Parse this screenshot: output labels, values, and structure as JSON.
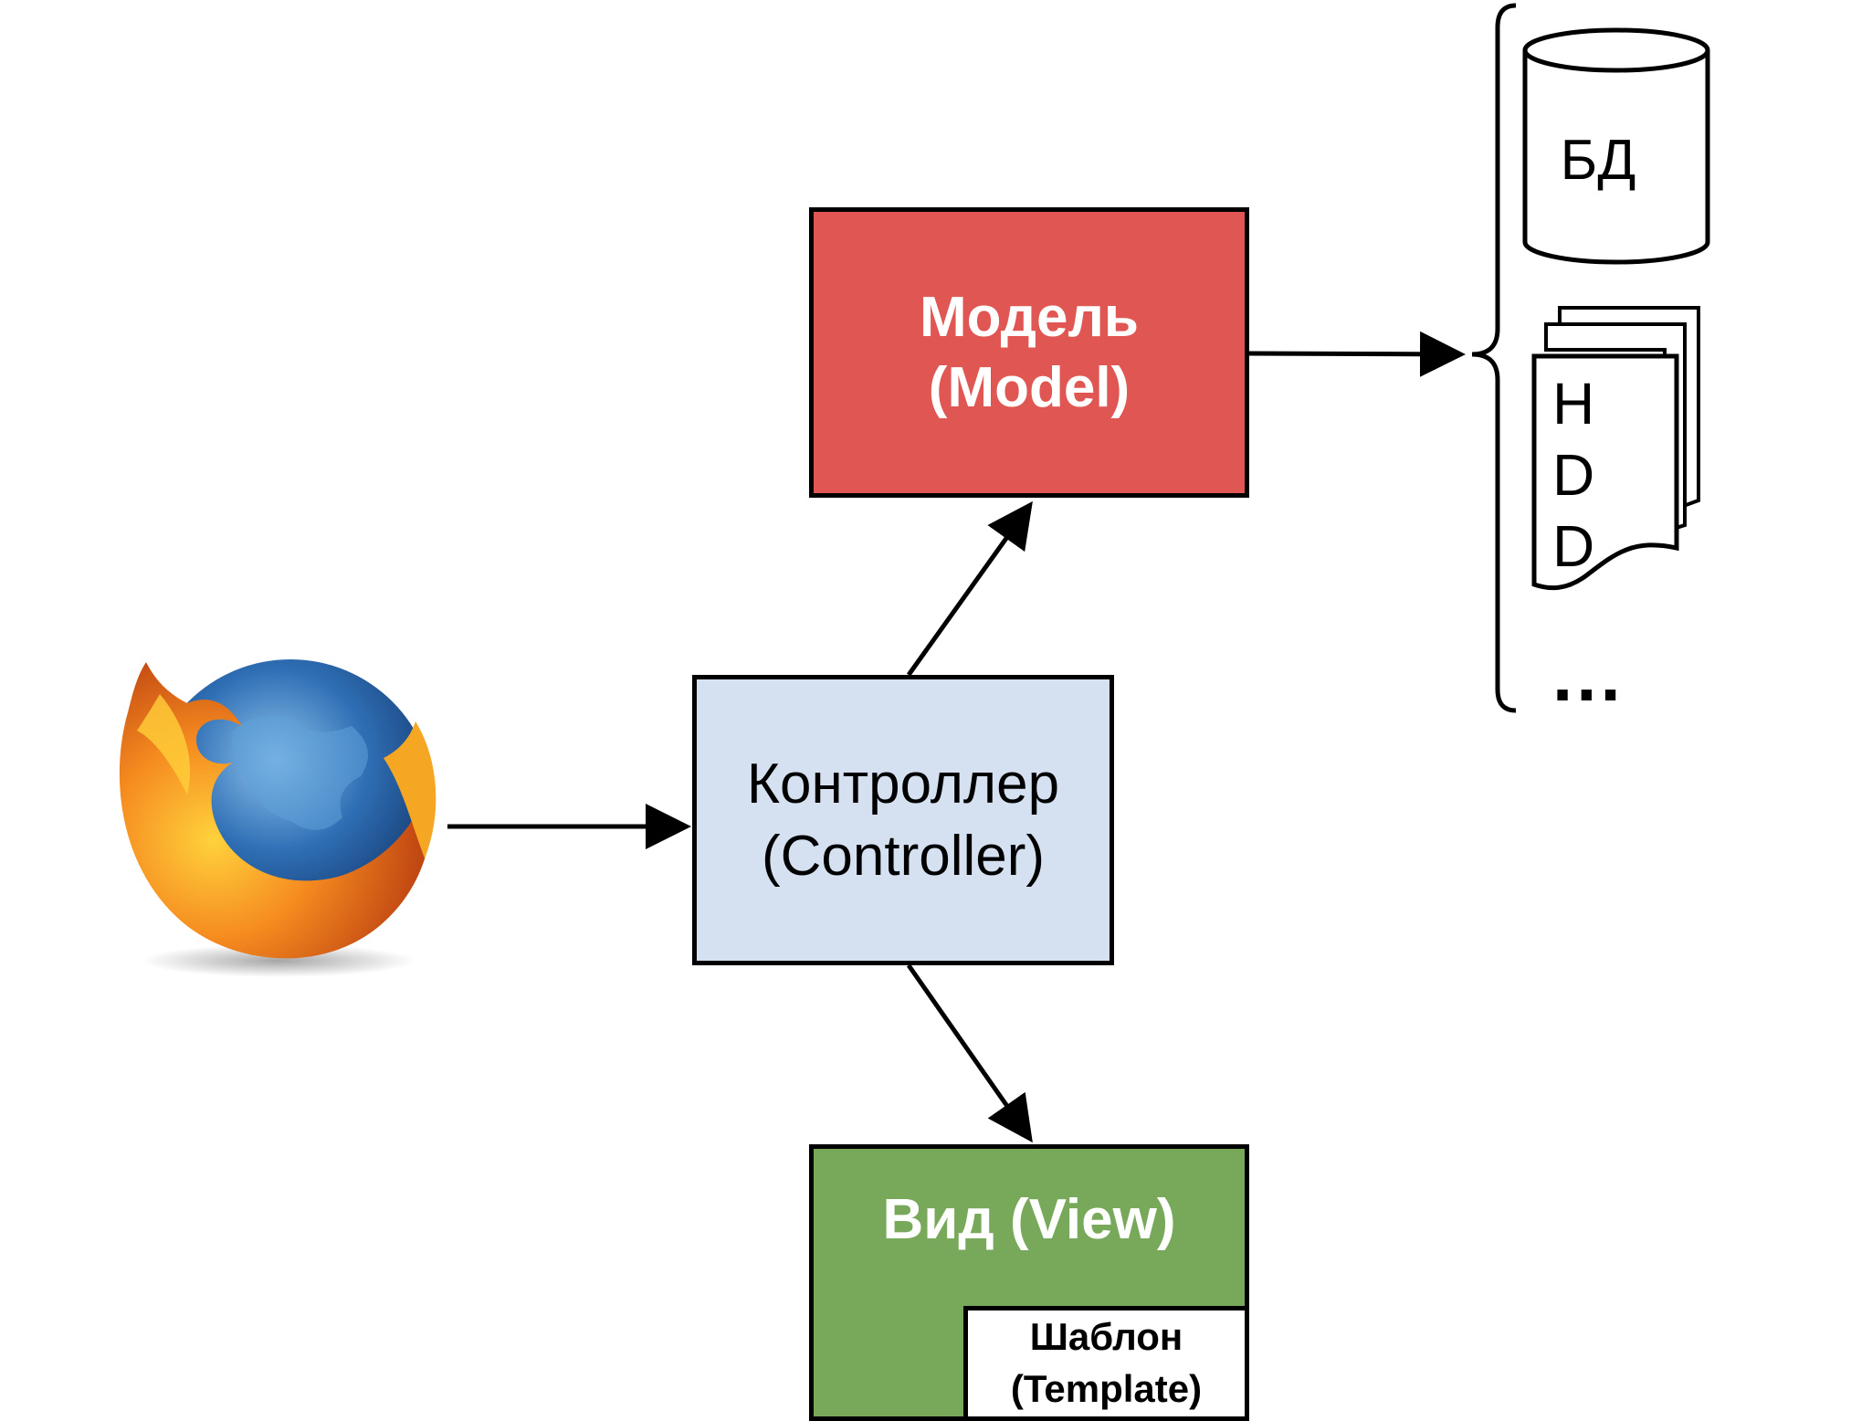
{
  "model": {
    "line1": "Модель",
    "line2": "(Model)",
    "fill": "#E05652",
    "text_color": "#ffffff"
  },
  "controller": {
    "line1": "Контроллер",
    "line2": "(Controller)",
    "fill": "#D5E1F0",
    "text_color": "#000000"
  },
  "view": {
    "label": "Вид (View)",
    "fill": "#78A85A",
    "text_color": "#ffffff"
  },
  "template": {
    "line1": "Шаблон",
    "line2": "(Template)"
  },
  "storage": {
    "database": "БД",
    "hdd_letters": [
      "H",
      "D",
      "D"
    ],
    "more": "..."
  },
  "client": {
    "icon": "firefox-browser-icon"
  }
}
